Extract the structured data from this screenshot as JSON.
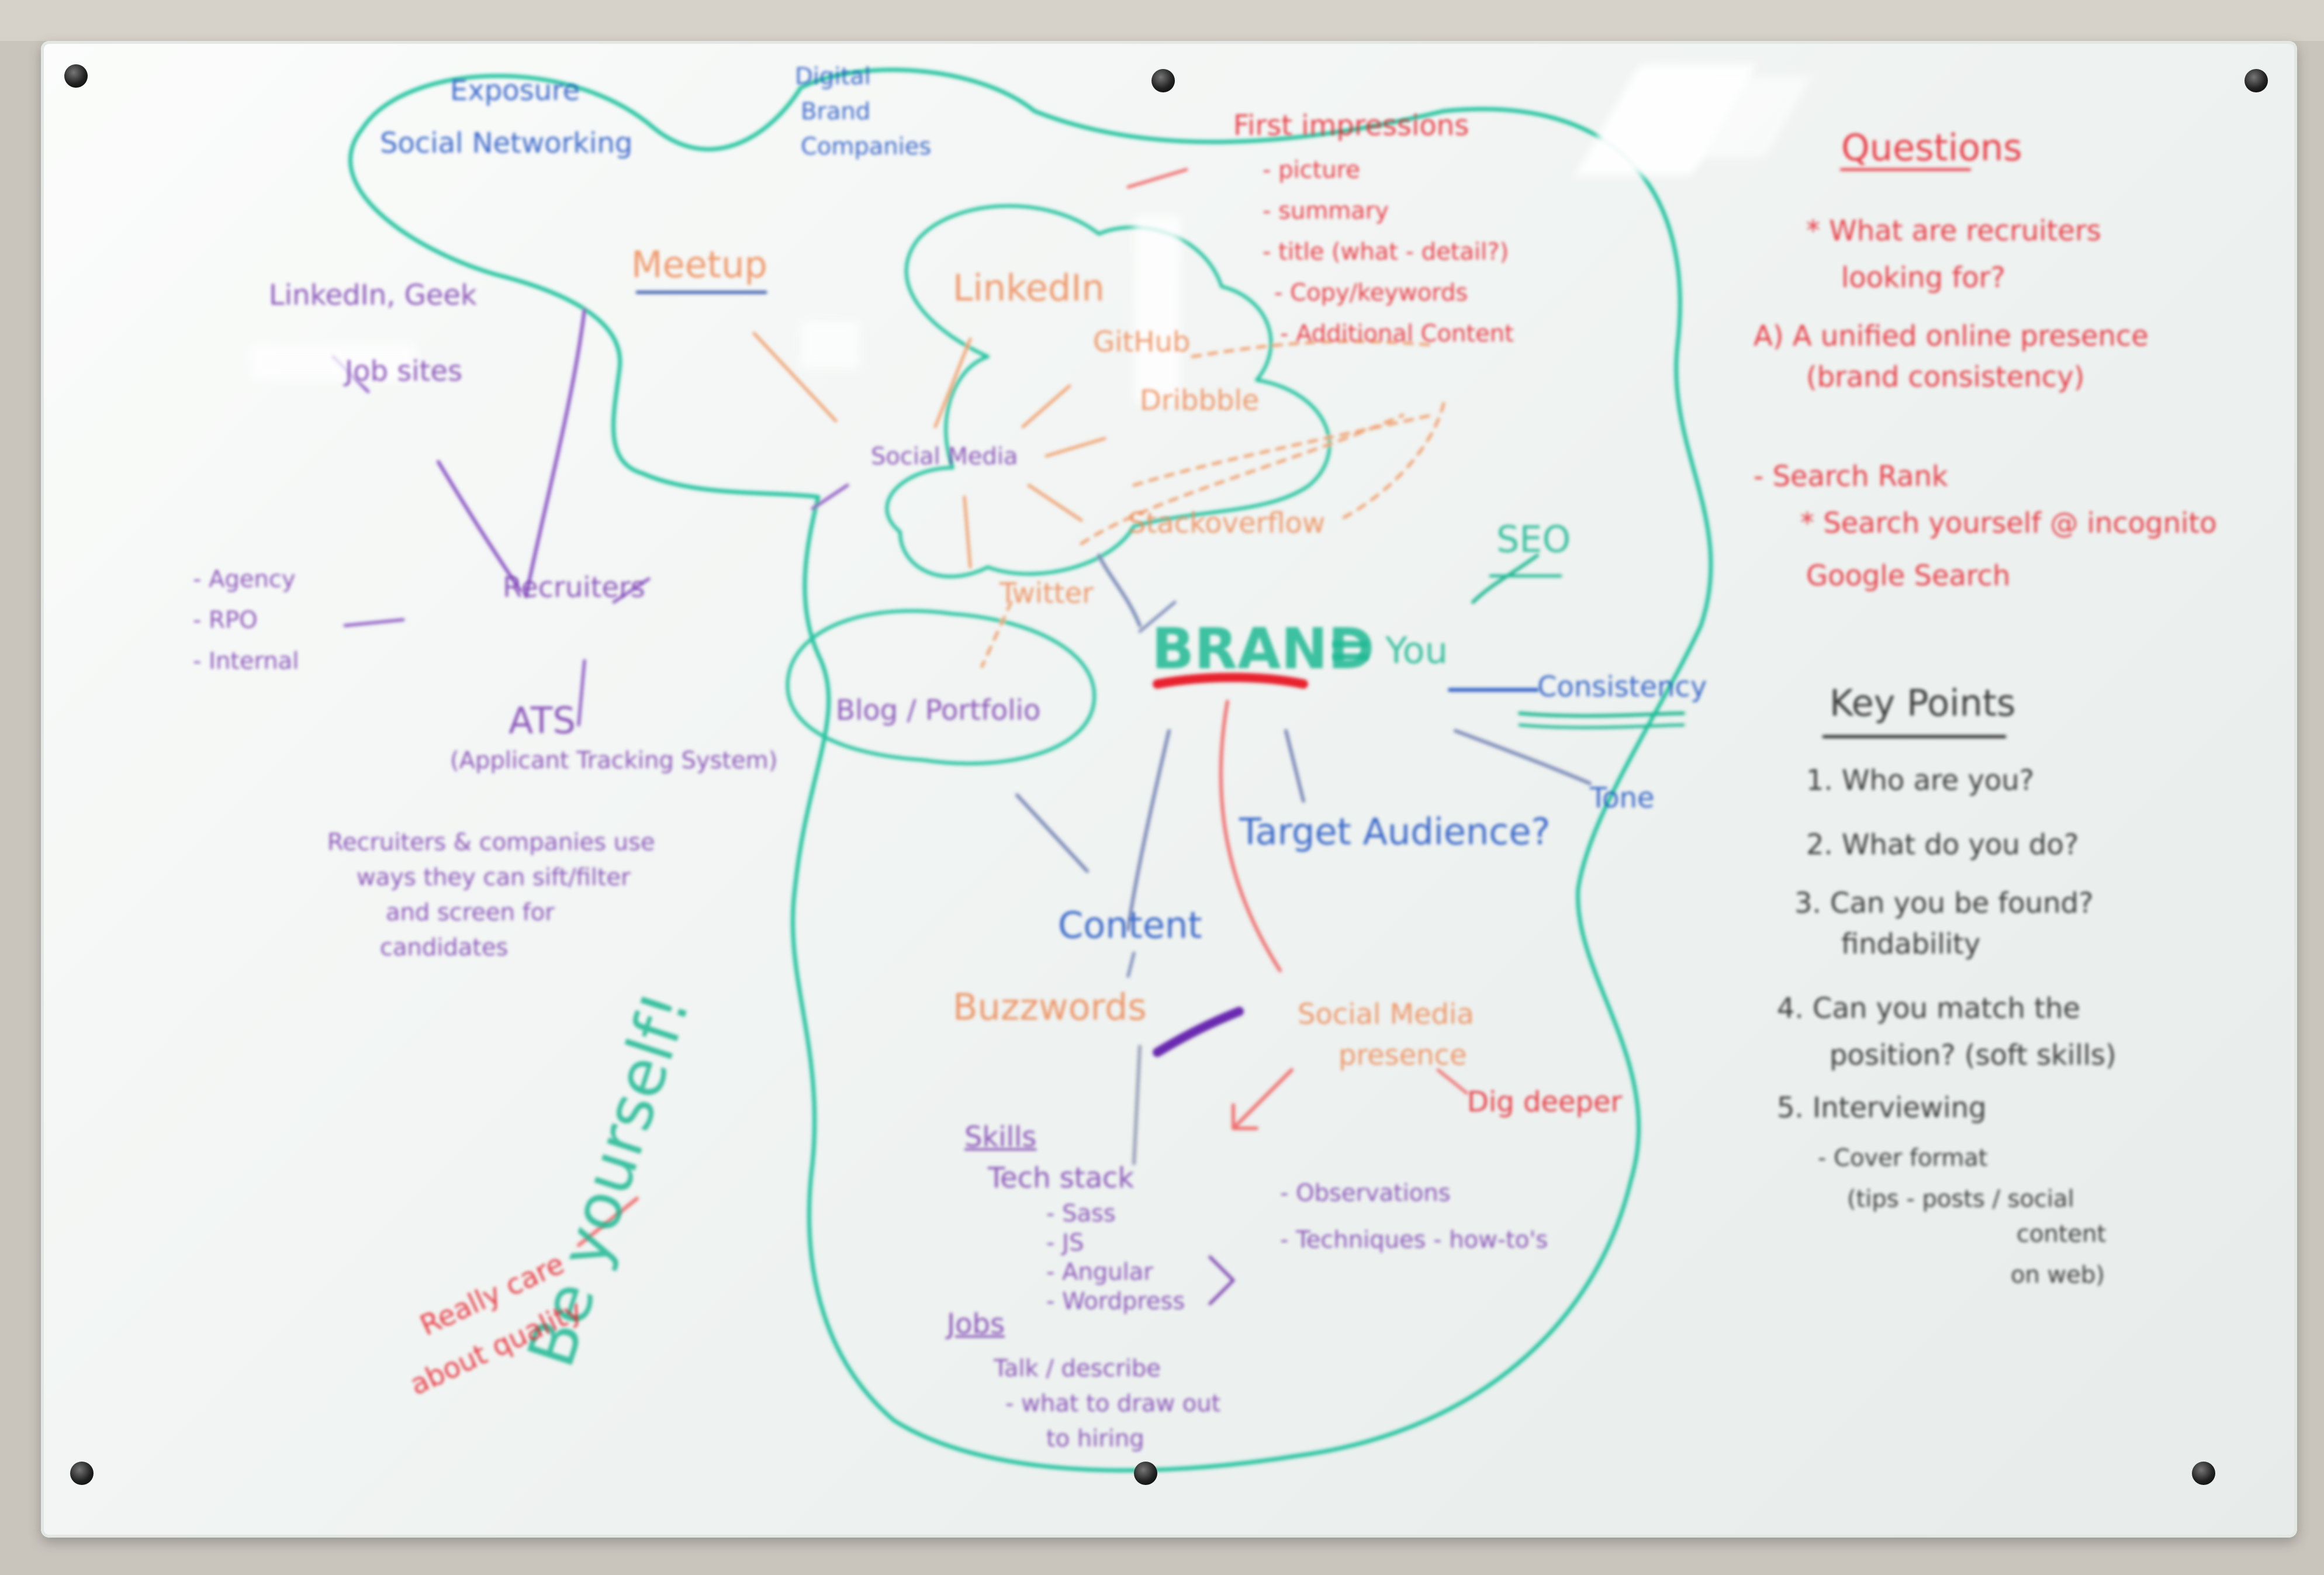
{
  "whiteboard": {
    "left_cluster": {
      "top_blue": [
        "Exposure",
        "Social Networking"
      ],
      "meetup": "Meetup",
      "linkedin_geek": "LinkedIn, Geek",
      "job_sites": "Job sites",
      "recruiters": "Recruiters",
      "recruiter_types": [
        "- Agency",
        "- RPO",
        "- Internal"
      ],
      "ats": "ATS",
      "ats_full": "(Applicant Tracking System)",
      "ats_note": [
        "Recruiters & companies use",
        "ways they can sift/filter",
        "and screen for",
        "candidates"
      ]
    },
    "social_cluster": {
      "top_blue": [
        "Digital",
        "Brand",
        "Companies"
      ],
      "linkedin": "LinkedIn",
      "github": "GitHub",
      "dribbble": "Dribbble",
      "social_media": "Social Media",
      "stackoverflow": "Stackoverflow",
      "twitter": "Twitter",
      "blog": "Blog / Portfolio"
    },
    "first_impressions": {
      "title": "First impressions",
      "items": [
        "- picture",
        "- summary",
        "- title (what - detail?)",
        "- Copy/keywords",
        "- Additional Content"
      ]
    },
    "brand": {
      "brand": "BRAND",
      "equals": "=",
      "you": "You",
      "seo": "SEO",
      "consistency": "Consistency",
      "tone": "Tone",
      "target_audience": "Target Audience?",
      "content": "Content"
    },
    "bottom": {
      "buzzwords": "Buzzwords",
      "social_media_presence": [
        "Social Media",
        "presence"
      ],
      "dig_deeper": "Dig deeper",
      "be_yourself": "Be yourself!",
      "red_note": [
        "Really care",
        "about quality"
      ],
      "skills": "Skills",
      "tech_stack": "Tech stack",
      "stack_items": [
        "- Sass",
        "- JS",
        "- Angular",
        "- Wordpress"
      ],
      "right_items": [
        "- Observations",
        "- Techniques - how-to's"
      ],
      "jobs": "Jobs",
      "jobs_items": [
        "Talk / describe",
        "- what to draw out",
        "to hiring"
      ]
    },
    "questions": {
      "title": "Questions",
      "items": [
        "* What are recruiters",
        "looking for?",
        "A) A unified online presence",
        "(brand consistency)",
        "- Search Rank",
        "* Search yourself @ incognito",
        "Google Search"
      ]
    },
    "key_points": {
      "title": "Key Points",
      "items": [
        "1. Who are you?",
        "2. What do you do?",
        "3. Can you be found?",
        "findability",
        "4. Can you match the",
        "position? (soft skills)",
        "5. Interviewing",
        "- Cover format",
        "(tips - posts / social",
        "content",
        "on web)"
      ]
    }
  },
  "colors": {
    "purple": "#7b3fb1",
    "orange": "#ee8a56",
    "red": "#e8232e",
    "blue": "#2054c4",
    "teal": "#20b994",
    "black": "#222222",
    "board": "#f4f7f5"
  }
}
